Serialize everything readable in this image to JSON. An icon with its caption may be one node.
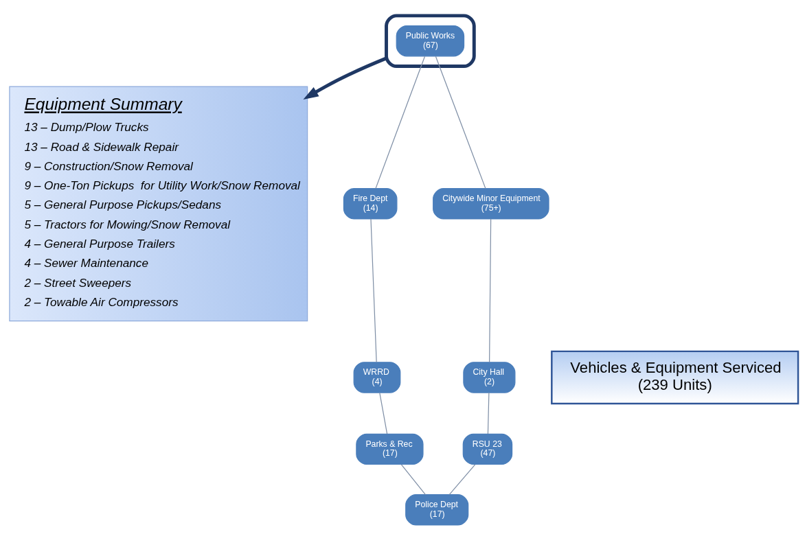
{
  "diagram": {
    "nodes": [
      {
        "text": [
          "Equipment Summary",
          "13 – Dump/Plow Trucks",
          "13 – Road & Sidewalk Repair",
          "9 – Construction/Snow Removal",
          "9 – One-Ton Pickups  for Utility Work/Snow Removal",
          "5 – General Purpose Pickups/Sedans",
          "5 – Tractors for Mowing/Snow Removal",
          "4 – General Purpose Trailers",
          "4 – Sewer Maintenance",
          "2 – Street Sweepers",
          "2 – Towable Air Compressors"
        ]
      },
      {
        "text": [
          "Vehicles & Equipment Serviced",
          "(239 Units)"
        ]
      },
      {
        "text": [],
        "shape": "ellipse"
      },
      {
        "text": [
          "Public Works",
          "(67)"
        ],
        "in": 2
      },
      {
        "text": [
          "Fire Dept",
          "(14)"
        ]
      },
      {
        "text": [
          "WRRD",
          "(4)"
        ]
      },
      {
        "text": [
          "Parks & Rec",
          "(17)"
        ]
      },
      {
        "text": [
          "Police Dept",
          "(17)"
        ]
      },
      {
        "text": [
          "RSU 23",
          "(47)"
        ]
      },
      {
        "text": [
          "City Hall",
          "(2)"
        ]
      },
      {
        "text": [
          "Citywide Minor Equipment",
          "(75+)"
        ]
      }
    ],
    "edges": [
      {
        "from": 2,
        "to": 0,
        "arrow": "to",
        "style": "thick",
        "color": "#1f3864"
      },
      {
        "from": 3,
        "to": 4,
        "arrow": "none"
      },
      {
        "from": 4,
        "to": 5,
        "arrow": "none"
      },
      {
        "from": 5,
        "to": 6,
        "arrow": "none"
      },
      {
        "from": 6,
        "to": 7,
        "arrow": "none"
      },
      {
        "from": 7,
        "to": 8,
        "arrow": "none"
      },
      {
        "from": 8,
        "to": 9,
        "arrow": "none"
      },
      {
        "from": 9,
        "to": 10,
        "arrow": "none"
      },
      {
        "from": 10,
        "to": 3,
        "arrow": "none"
      }
    ]
  }
}
